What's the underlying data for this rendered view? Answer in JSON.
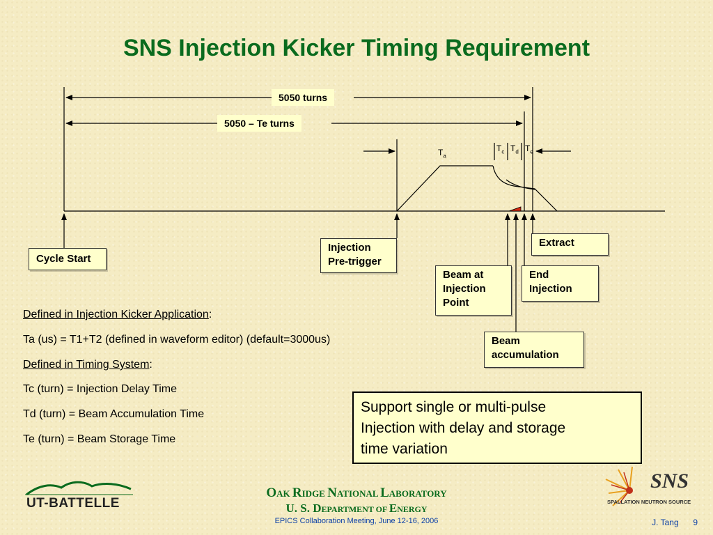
{
  "slide": {
    "title": "SNS Injection Kicker Timing Requirement"
  },
  "diagram": {
    "span_labels": {
      "total": "5050 turns",
      "partial": "5050 – Te  turns"
    },
    "markers": {
      "ta": "a",
      "tc": "c",
      "td": "d",
      "te": "e",
      "t": "T"
    },
    "boxes": {
      "cycle_start": "Cycle Start",
      "injection_pretrigger": [
        "Injection",
        "Pre-trigger"
      ],
      "beam_at_injection_point": [
        "Beam at",
        "Injection",
        "Point"
      ],
      "extract": "Extract",
      "end_injection": [
        "End",
        "Injection"
      ],
      "beam_accumulation": [
        "Beam",
        "accumulation"
      ]
    }
  },
  "definitions": {
    "app_heading": "Defined in Injection Kicker Application",
    "ta_line": "Ta (us) = T1+T2 (defined in waveform editor) (default=3000us)",
    "timing_heading": "Defined in Timing System",
    "tc_line": "Tc (turn) = Injection Delay Time",
    "td_line": "Td (turn) = Beam Accumulation Time",
    "te_line": "Te (turn) = Beam Storage Time",
    "colon": ":"
  },
  "support_note": [
    "Support single or multi-pulse",
    "Injection with delay and storage",
    "time variation"
  ],
  "footer": {
    "lab_first": [
      "O",
      "AK ",
      "R",
      "IDGE ",
      "N",
      "ATIONAL ",
      "L",
      "ABORATORY"
    ],
    "doe": [
      "U. S. D",
      "EPARTMENT OF ",
      "E",
      "NERGY"
    ],
    "meeting": "EPICS Collaboration Meeting, June 12-16, 2006",
    "author": "J. Tang",
    "page": "9"
  },
  "logos": {
    "ut_battelle": "UT-BATTELLE",
    "sns_main": "SNS",
    "sns_sub": "SPALLATION NEUTRON SOURCE"
  },
  "colors": {
    "title_green": "#0a6b1e",
    "footer_blue": "#0a3fa6",
    "box_fill": "#ffffcc",
    "beam_red": "#d42a10"
  }
}
